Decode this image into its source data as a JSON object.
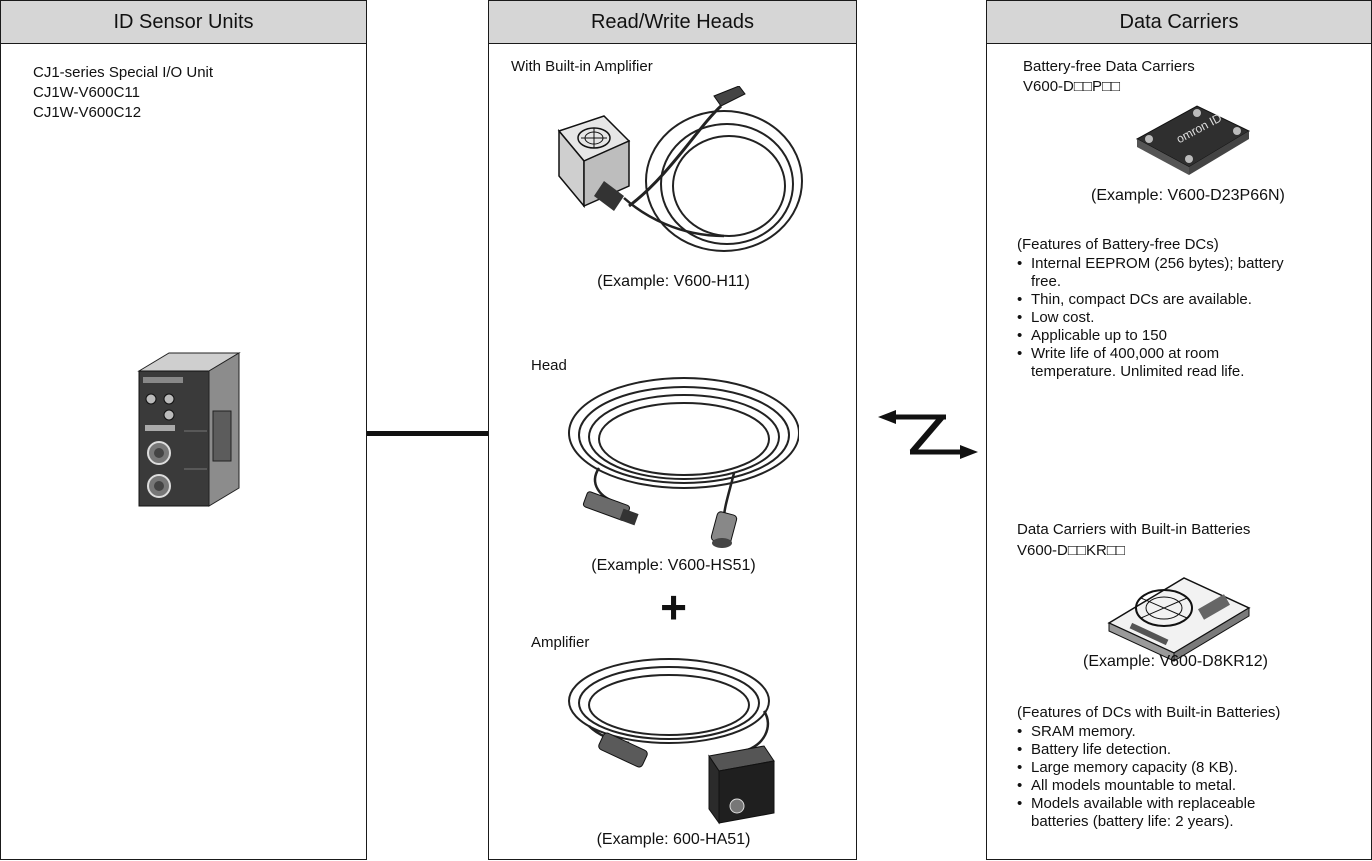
{
  "columns": {
    "id_sensor": {
      "title": "ID Sensor Units",
      "lines": [
        "CJ1-series Special I/O Unit",
        "CJ1W-V600C11",
        "CJ1W-V600C12"
      ]
    },
    "heads": {
      "title": "Read/Write Heads",
      "built_in_label": "With Built-in Amplifier",
      "built_in_caption": "(Example: V600-H11)",
      "head_label": "Head",
      "head_caption": "(Example: V600-HS51)",
      "plus": "+",
      "amp_label": "Amplifier",
      "amp_caption": "(Example: 600-HA51)"
    },
    "carriers": {
      "title": "Data Carriers",
      "bf_title": "Battery-free Data Carriers",
      "bf_model": "V600-D□□P□□",
      "bf_caption": "(Example: V600-D23P66N)",
      "bf_features_title": "(Features of Battery-free DCs)",
      "bf_features": [
        "Internal EEPROM (256 bytes); battery\nfree.",
        "Thin, compact DCs are available.",
        "Low cost.",
        "Applicable up to 150",
        "Write life of 400,000 at room\ntemperature. Unlimited read life."
      ],
      "bb_title": "Data Carriers with Built-in Batteries",
      "bb_model": "V600-D□□KR□□",
      "bb_caption": "(Example: V600-D8KR12)",
      "bb_features_title": "(Features of DCs with Built-in Batteries)",
      "bb_features": [
        "SRAM memory.",
        "Battery life detection.",
        "Large memory capacity (8 KB).",
        "All models mountable to metal.",
        "Models available with replaceable\nbatteries (battery life: 2 years)."
      ],
      "chip_text": "omron ID"
    }
  }
}
